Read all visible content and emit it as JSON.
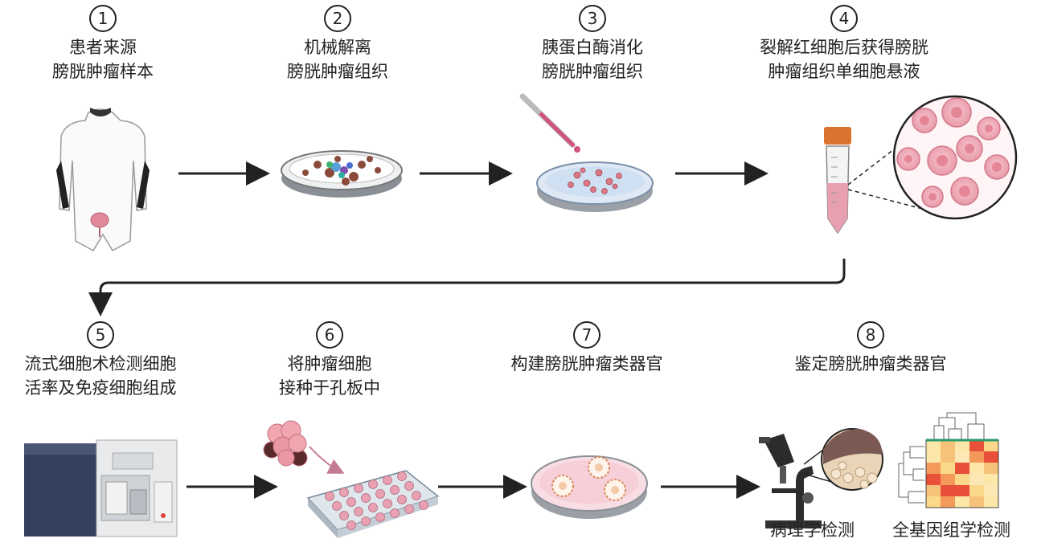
{
  "steps": [
    {
      "number": "1",
      "line1": "患者来源",
      "line2": "膀胱肿瘤样本"
    },
    {
      "number": "2",
      "line1": "机械解离",
      "line2": "膀胱肿瘤组织"
    },
    {
      "number": "3",
      "line1": "胰蛋白酶消化",
      "line2": "膀胱肿瘤组织"
    },
    {
      "number": "4",
      "line1": "裂解红细胞后获得膀胱",
      "line2": "肿瘤组织单细胞悬液"
    },
    {
      "number": "5",
      "line1": "流式细胞术检测细胞",
      "line2": "活率及免疫细胞组成"
    },
    {
      "number": "6",
      "line1": "将肿瘤细胞",
      "line2": "接种于孔板中"
    },
    {
      "number": "7",
      "line1": "构建膀胱肿瘤类器官",
      "line2": ""
    },
    {
      "number": "8",
      "line1": "鉴定膀胱肿瘤类器官",
      "line2": ""
    }
  ],
  "sublabels": {
    "pathology": "病理学检测",
    "genomics": "全基因组学检测"
  },
  "colors": {
    "arrow": "#222222",
    "pink": "#e8a0b0",
    "dish_rim": "#9aa0a6",
    "instrument": "#3a4a66"
  }
}
